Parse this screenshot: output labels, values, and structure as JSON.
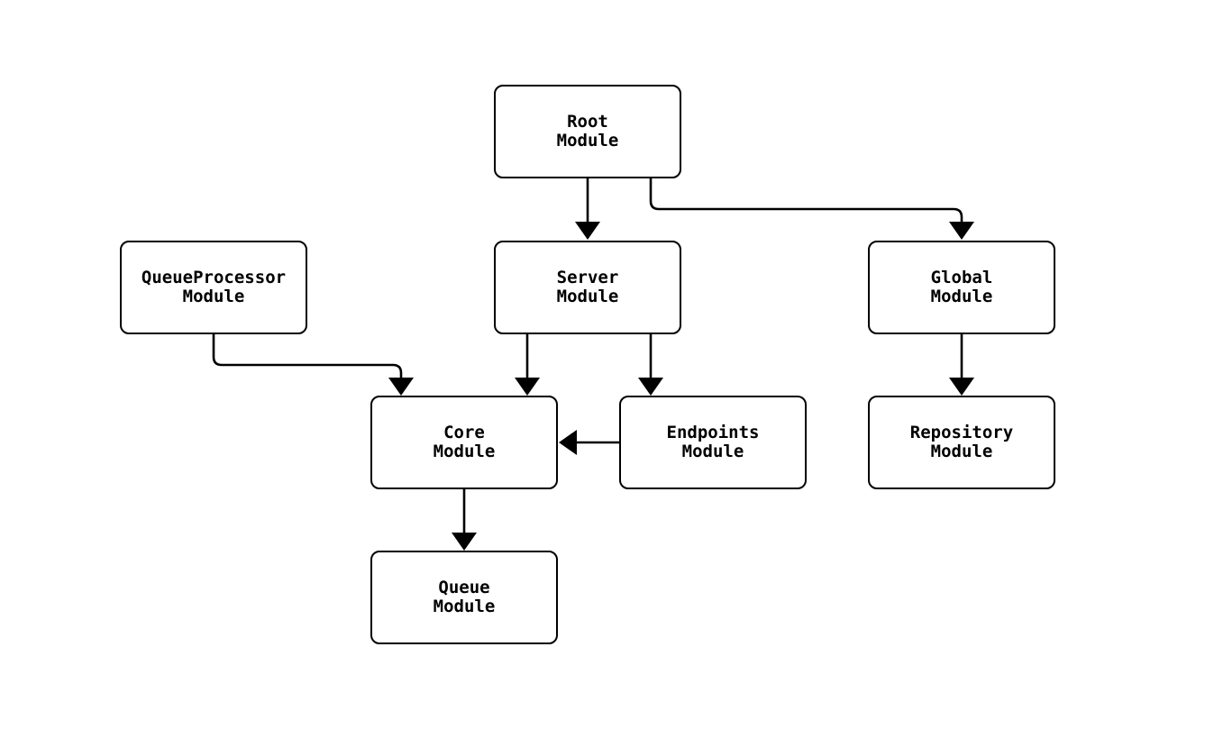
{
  "diagram": {
    "type": "module-dependency-flowchart",
    "background_color": "#ffffff",
    "line_color": "#000000",
    "node_fill_color": "#ffffff",
    "node_border_color": "#000000",
    "nodes": {
      "root": {
        "label": "Root\nModule"
      },
      "server": {
        "label": "Server\nModule"
      },
      "queue_processor": {
        "label": "QueueProcessor\nModule"
      },
      "global": {
        "label": "Global\nModule"
      },
      "core": {
        "label": "Core\nModule"
      },
      "endpoints": {
        "label": "Endpoints\nModule"
      },
      "repository": {
        "label": "Repository\nModule"
      },
      "queue": {
        "label": "Queue\nModule"
      }
    },
    "edges": [
      {
        "from": "Root Module",
        "to": "Server Module"
      },
      {
        "from": "Root Module",
        "to": "Global Module"
      },
      {
        "from": "QueueProcessor Module",
        "to": "Core Module"
      },
      {
        "from": "Server Module",
        "to": "Core Module"
      },
      {
        "from": "Server Module",
        "to": "Endpoints Module"
      },
      {
        "from": "Endpoints Module",
        "to": "Core Module"
      },
      {
        "from": "Global Module",
        "to": "Repository Module"
      },
      {
        "from": "Core Module",
        "to": "Queue Module"
      }
    ]
  }
}
